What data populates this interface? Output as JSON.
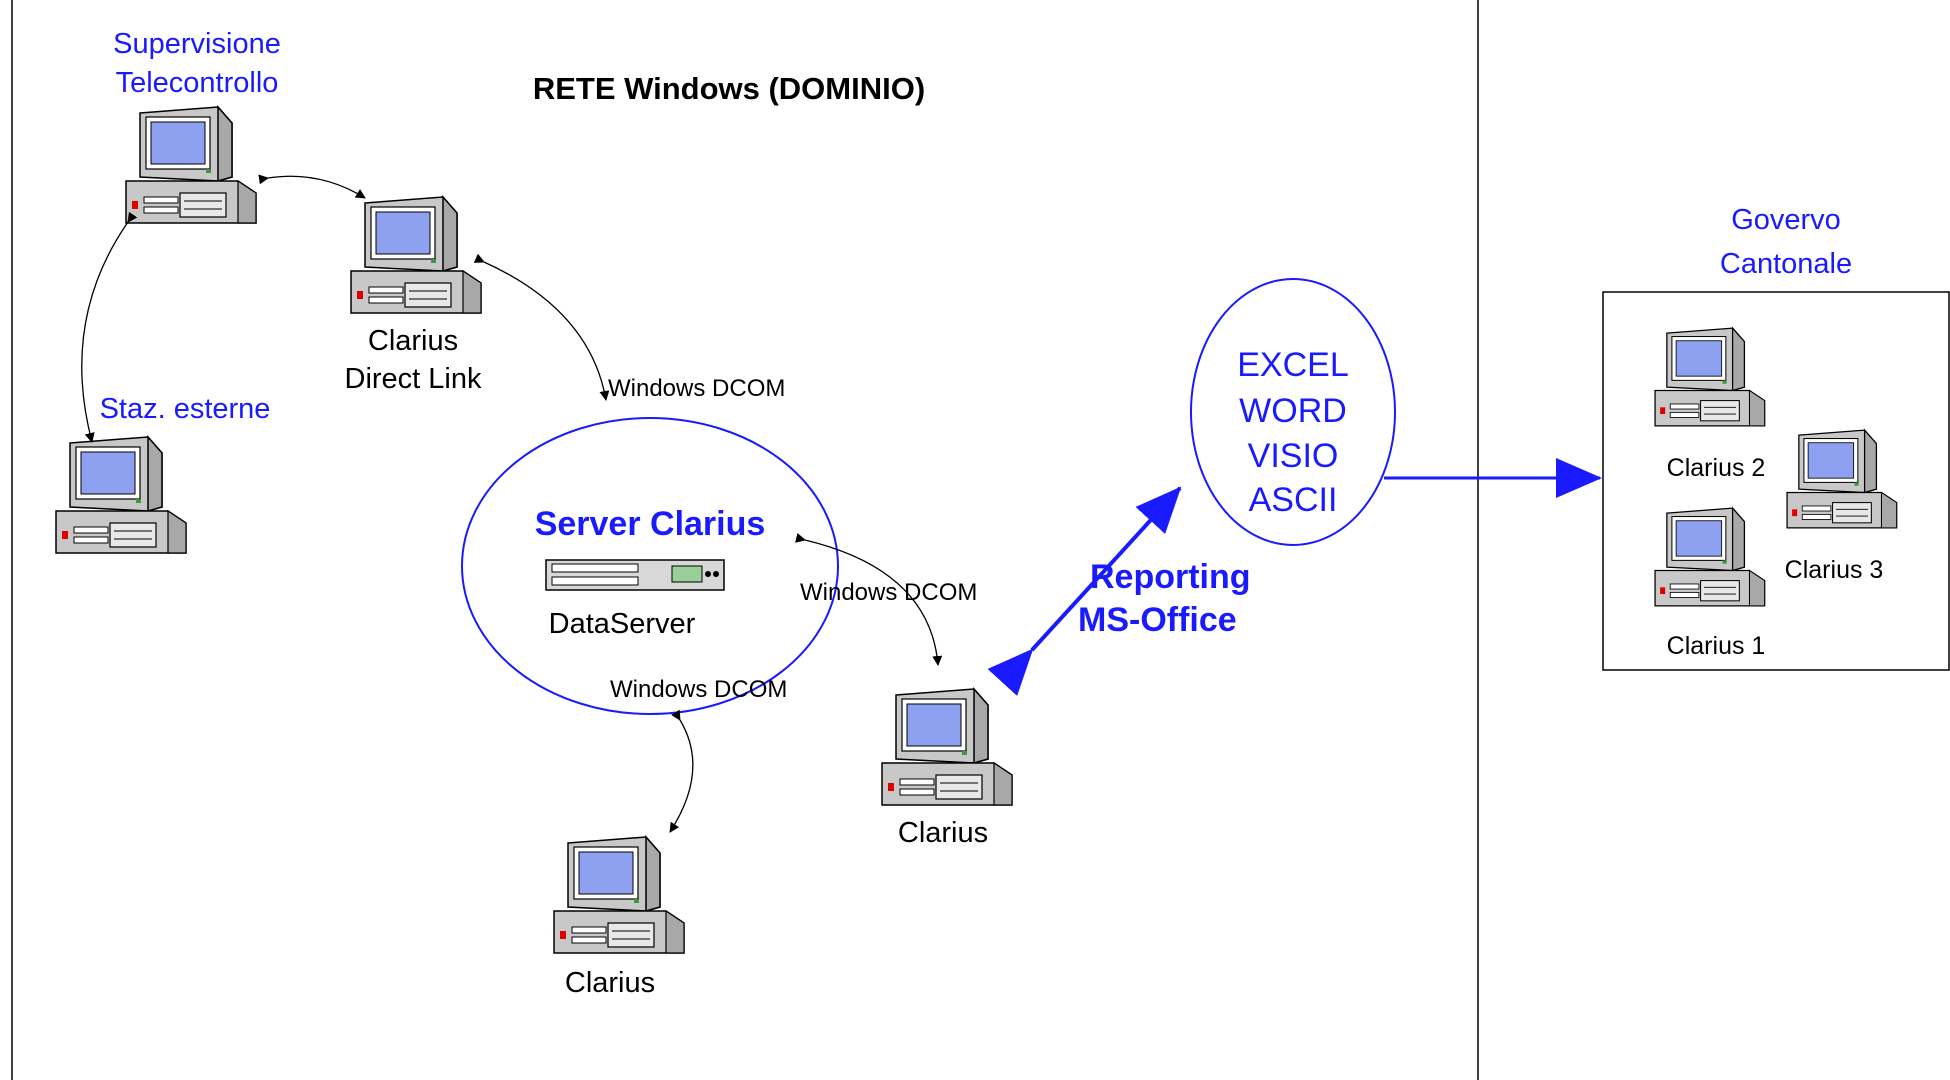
{
  "title": "RETE Windows (DOMINIO)",
  "nodes": {
    "supervisione": [
      "Supervisione",
      "Telecontrollo"
    ],
    "direct_link": [
      "Clarius",
      "Direct Link"
    ],
    "staz_esterne": "Staz. esterne",
    "server_title": "Server Clarius",
    "dataserver": "DataServer",
    "clarius_bottom": "Clarius",
    "clarius_right": "Clarius"
  },
  "edge_labels": {
    "dcom_top": "Windows DCOM",
    "dcom_mid": "Windows DCOM",
    "dcom_bottom": "Windows DCOM"
  },
  "reporting": [
    "Reporting",
    "MS-Office"
  ],
  "formats": [
    "EXCEL",
    "WORD",
    "VISIO",
    "ASCII"
  ],
  "governo": {
    "title": [
      "Govervo",
      "Cantonale"
    ],
    "clients": [
      "Clarius 2",
      "Clarius 3",
      "Clarius 1"
    ]
  },
  "colors": {
    "accent": "#1a1aff",
    "screen": "#8ea0f0",
    "case": "#c8c8c8"
  }
}
